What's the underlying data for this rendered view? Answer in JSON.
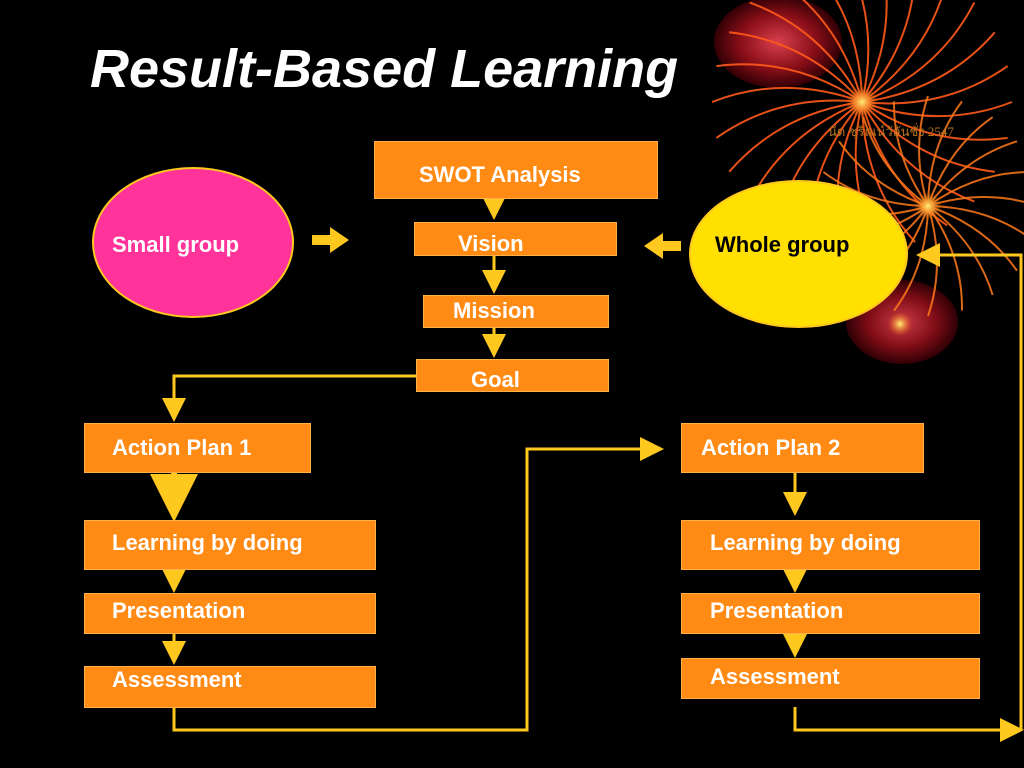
{
  "title": "Result-Based Learning",
  "credit": "นัด ชุริณน์วัลันชั่ง 2547",
  "nodes": {
    "swot": "SWOT Analysis",
    "vision": "Vision",
    "mission": "Mission",
    "goal": "Goal",
    "small_group": "Small group",
    "whole_group": "Whole group",
    "action_plan_1": "Action Plan 1",
    "action_plan_2": "Action Plan 2",
    "left_steps": [
      "Learning by doing",
      "Presentation",
      "Assessment"
    ],
    "right_steps": [
      "Learning by doing",
      "Presentation",
      "Assessment"
    ]
  },
  "colors": {
    "background": "#000000",
    "box_fill": "#ff8a14",
    "connector": "#ffc81e",
    "small_group_fill": "#ff3399",
    "whole_group_fill": "#ffe000"
  },
  "decoration": "firework-bursts"
}
